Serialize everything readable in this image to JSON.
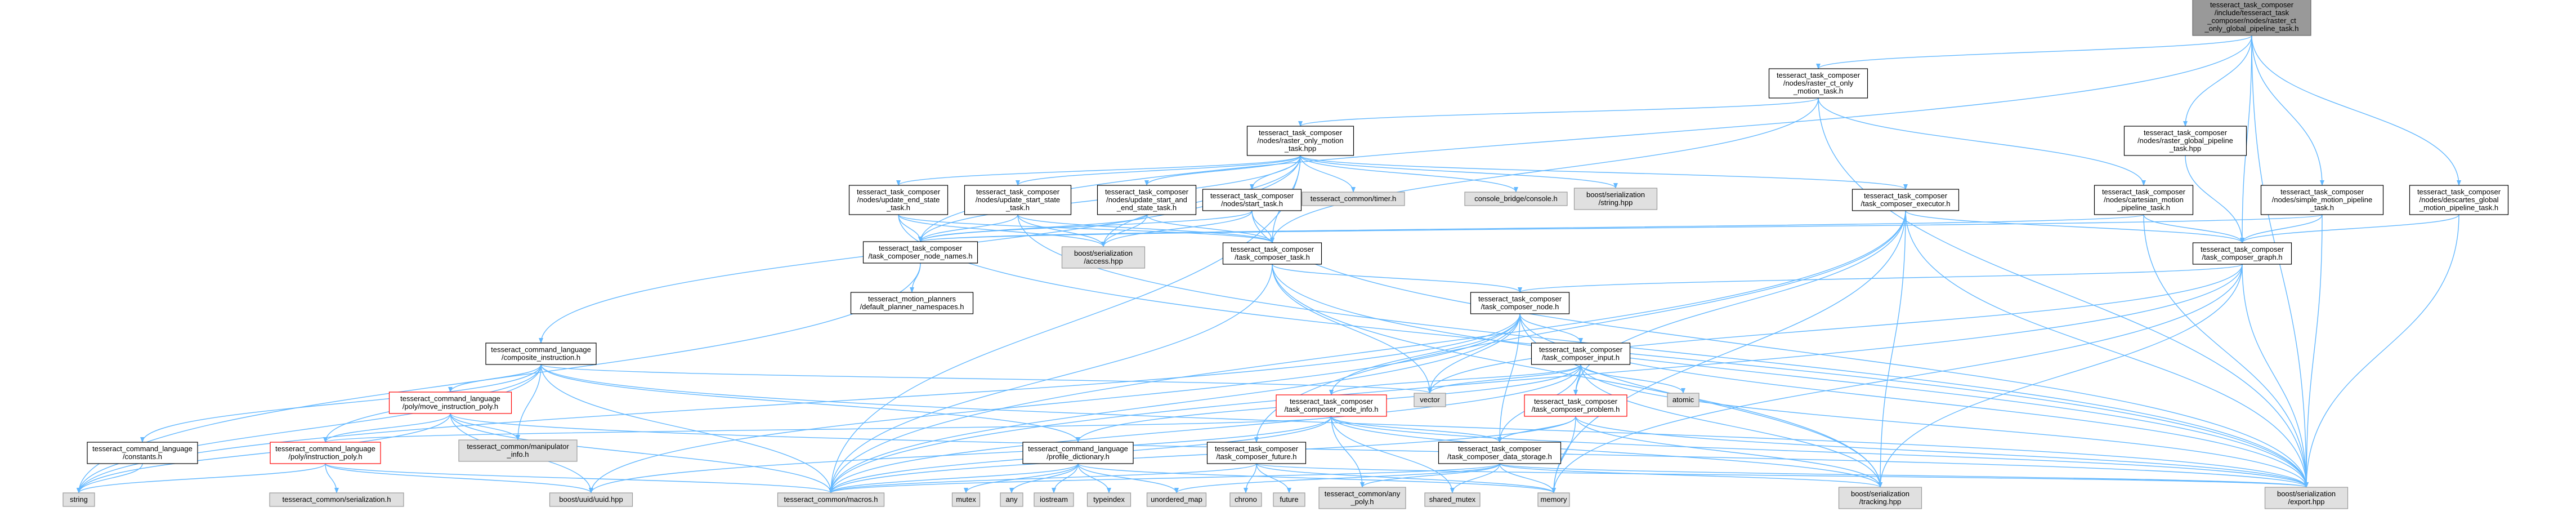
{
  "colors": {
    "edge": "#63b8ff",
    "arrow": "#63b8ff",
    "node_fill": "#ffffff",
    "node_border": "#000000",
    "system_fill": "#e0e0e0",
    "system_border": "#999999",
    "root_fill": "#999999",
    "root_border": "#666666",
    "truncated_border": "#ff0000"
  },
  "nodes": [
    {
      "id": "root",
      "kind": "root",
      "lines": [
        "tesseract_task_composer",
        "/include/tesseract_task",
        "_composer/nodes/raster_ct",
        "_only_global_pipeline_task.h"
      ]
    },
    {
      "id": "raster_ct_only_motion_task",
      "kind": "normal",
      "lines": [
        "tesseract_task_composer",
        "/nodes/raster_ct_only",
        "_motion_task.h"
      ]
    },
    {
      "id": "raster_global_pipeline_task",
      "kind": "normal",
      "lines": [
        "tesseract_task_composer",
        "/nodes/raster_global_pipeline",
        "_task.hpp"
      ]
    },
    {
      "id": "simple_motion_pipeline_task",
      "kind": "normal",
      "lines": [
        "tesseract_task_composer",
        "/nodes/simple_motion_pipeline",
        "_task.h"
      ]
    },
    {
      "id": "descartes_global_motion_pipeline_task",
      "kind": "normal",
      "lines": [
        "tesseract_task_composer",
        "/nodes/descartes_global",
        "_motion_pipeline_task.h"
      ]
    },
    {
      "id": "raster_only_motion_task",
      "kind": "normal",
      "lines": [
        "tesseract_task_composer",
        "/nodes/raster_only_motion",
        "_task.hpp"
      ]
    },
    {
      "id": "cartesian_motion_pipeline_task",
      "kind": "normal",
      "lines": [
        "tesseract_task_composer",
        "/nodes/cartesian_motion",
        "_pipeline_task.h"
      ]
    },
    {
      "id": "task_composer_executor",
      "kind": "normal",
      "lines": [
        "tesseract_task_composer",
        "/task_composer_executor.h"
      ]
    },
    {
      "id": "update_end_state_task",
      "kind": "normal",
      "lines": [
        "tesseract_task_composer",
        "/nodes/update_end_state",
        "_task.h"
      ]
    },
    {
      "id": "update_start_state_task",
      "kind": "normal",
      "lines": [
        "tesseract_task_composer",
        "/nodes/update_start_state",
        "_task.h"
      ]
    },
    {
      "id": "update_start_and_end_state_task",
      "kind": "normal",
      "lines": [
        "tesseract_task_composer",
        "/nodes/update_start_and",
        "_end_state_task.h"
      ]
    },
    {
      "id": "start_task",
      "kind": "normal",
      "lines": [
        "tesseract_task_composer",
        "/nodes/start_task.h"
      ]
    },
    {
      "id": "timer",
      "kind": "system",
      "lines": [
        "tesseract_common/timer.h"
      ]
    },
    {
      "id": "console_bridge",
      "kind": "system",
      "lines": [
        "console_bridge/console.h"
      ]
    },
    {
      "id": "boost_string",
      "kind": "system",
      "lines": [
        "boost/serialization",
        "/string.hpp"
      ]
    },
    {
      "id": "task_composer_node_names",
      "kind": "normal",
      "lines": [
        "tesseract_task_composer",
        "/task_composer_node_names.h"
      ]
    },
    {
      "id": "boost_access",
      "kind": "system",
      "lines": [
        "boost/serialization",
        "/access.hpp"
      ]
    },
    {
      "id": "task_composer_task",
      "kind": "normal",
      "lines": [
        "tesseract_task_composer",
        "/task_composer_task.h"
      ]
    },
    {
      "id": "task_composer_graph",
      "kind": "normal",
      "lines": [
        "tesseract_task_composer",
        "/task_composer_graph.h"
      ]
    },
    {
      "id": "default_planner_namespaces",
      "kind": "normal",
      "lines": [
        "tesseract_motion_planners",
        "/default_planner_namespaces.h"
      ]
    },
    {
      "id": "task_composer_node",
      "kind": "normal",
      "lines": [
        "tesseract_task_composer",
        "/task_composer_node.h"
      ]
    },
    {
      "id": "composite_instruction",
      "kind": "normal",
      "lines": [
        "tesseract_command_language",
        "/composite_instruction.h"
      ]
    },
    {
      "id": "task_composer_input",
      "kind": "normal",
      "lines": [
        "tesseract_task_composer",
        "/task_composer_input.h"
      ]
    },
    {
      "id": "vector",
      "kind": "system",
      "lines": [
        "vector"
      ]
    },
    {
      "id": "atomic",
      "kind": "system",
      "lines": [
        "atomic"
      ]
    },
    {
      "id": "move_instruction_poly",
      "kind": "truncated",
      "lines": [
        "tesseract_command_language",
        "/poly/move_instruction_poly.h"
      ]
    },
    {
      "id": "task_composer_node_info",
      "kind": "truncated",
      "lines": [
        "tesseract_task_composer",
        "/task_composer_node_info.h"
      ]
    },
    {
      "id": "task_composer_problem",
      "kind": "truncated",
      "lines": [
        "tesseract_task_composer",
        "/task_composer_problem.h"
      ]
    },
    {
      "id": "constants",
      "kind": "normal",
      "lines": [
        "tesseract_command_language",
        "/constants.h"
      ]
    },
    {
      "id": "instruction_poly",
      "kind": "truncated",
      "lines": [
        "tesseract_command_language",
        "/poly/instruction_poly.h"
      ]
    },
    {
      "id": "manipulator_info",
      "kind": "system",
      "lines": [
        "tesseract_common/manipulator",
        "_info.h"
      ]
    },
    {
      "id": "profile_dictionary",
      "kind": "normal",
      "lines": [
        "tesseract_command_language",
        "/profile_dictionary.h"
      ]
    },
    {
      "id": "task_composer_future",
      "kind": "normal",
      "lines": [
        "tesseract_task_composer",
        "/task_composer_future.h"
      ]
    },
    {
      "id": "task_composer_data_storage",
      "kind": "normal",
      "lines": [
        "tesseract_task_composer",
        "/task_composer_data_storage.h"
      ]
    },
    {
      "id": "string",
      "kind": "system",
      "lines": [
        "string"
      ]
    },
    {
      "id": "common_serialization",
      "kind": "system",
      "lines": [
        "tesseract_common/serialization.h"
      ]
    },
    {
      "id": "uuid",
      "kind": "system",
      "lines": [
        "boost/uuid/uuid.hpp"
      ]
    },
    {
      "id": "macros",
      "kind": "system",
      "lines": [
        "tesseract_common/macros.h"
      ]
    },
    {
      "id": "mutex",
      "kind": "system",
      "lines": [
        "mutex"
      ]
    },
    {
      "id": "any",
      "kind": "system",
      "lines": [
        "any"
      ]
    },
    {
      "id": "iostream",
      "kind": "system",
      "lines": [
        "iostream"
      ]
    },
    {
      "id": "typeindex",
      "kind": "system",
      "lines": [
        "typeindex"
      ]
    },
    {
      "id": "unordered_map",
      "kind": "system",
      "lines": [
        "unordered_map"
      ]
    },
    {
      "id": "chrono",
      "kind": "system",
      "lines": [
        "chrono"
      ]
    },
    {
      "id": "future",
      "kind": "system",
      "lines": [
        "future"
      ]
    },
    {
      "id": "any_poly",
      "kind": "system",
      "lines": [
        "tesseract_common/any",
        "_poly.h"
      ]
    },
    {
      "id": "shared_mutex",
      "kind": "system",
      "lines": [
        "shared_mutex"
      ]
    },
    {
      "id": "memory",
      "kind": "system",
      "lines": [
        "memory"
      ]
    },
    {
      "id": "boost_tracking",
      "kind": "system",
      "lines": [
        "boost/serialization",
        "/tracking.hpp"
      ]
    },
    {
      "id": "boost_export",
      "kind": "system",
      "lines": [
        "boost/serialization",
        "/export.hpp"
      ]
    }
  ],
  "edges": [
    [
      "root",
      "raster_ct_only_motion_task"
    ],
    [
      "root",
      "raster_global_pipeline_task"
    ],
    [
      "root",
      "simple_motion_pipeline_task"
    ],
    [
      "root",
      "descartes_global_motion_pipeline_task"
    ],
    [
      "root",
      "task_composer_node_names"
    ],
    [
      "root",
      "task_composer_graph"
    ],
    [
      "root",
      "boost_export"
    ],
    [
      "raster_ct_only_motion_task",
      "raster_only_motion_task"
    ],
    [
      "raster_ct_only_motion_task",
      "cartesian_motion_pipeline_task"
    ],
    [
      "raster_ct_only_motion_task",
      "task_composer_task"
    ],
    [
      "raster_ct_only_motion_task",
      "boost_export"
    ],
    [
      "raster_global_pipeline_task",
      "task_composer_graph"
    ],
    [
      "simple_motion_pipeline_task",
      "task_composer_graph"
    ],
    [
      "simple_motion_pipeline_task",
      "task_composer_node_names"
    ],
    [
      "simple_motion_pipeline_task",
      "boost_export"
    ],
    [
      "descartes_global_motion_pipeline_task",
      "task_composer_graph"
    ],
    [
      "descartes_global_motion_pipeline_task",
      "boost_export"
    ],
    [
      "raster_only_motion_task",
      "update_end_state_task"
    ],
    [
      "raster_only_motion_task",
      "update_start_state_task"
    ],
    [
      "raster_only_motion_task",
      "update_start_and_end_state_task"
    ],
    [
      "raster_only_motion_task",
      "start_task"
    ],
    [
      "raster_only_motion_task",
      "timer"
    ],
    [
      "raster_only_motion_task",
      "console_bridge"
    ],
    [
      "raster_only_motion_task",
      "boost_string"
    ],
    [
      "raster_only_motion_task",
      "task_composer_executor"
    ],
    [
      "raster_only_motion_task",
      "composite_instruction"
    ],
    [
      "raster_only_motion_task",
      "task_composer_node_names"
    ],
    [
      "raster_only_motion_task",
      "boost_access"
    ],
    [
      "raster_only_motion_task",
      "task_composer_task"
    ],
    [
      "raster_only_motion_task",
      "macros"
    ],
    [
      "cartesian_motion_pipeline_task",
      "task_composer_graph"
    ],
    [
      "cartesian_motion_pipeline_task",
      "task_composer_node_names"
    ],
    [
      "cartesian_motion_pipeline_task",
      "boost_export"
    ],
    [
      "task_composer_executor",
      "task_composer_graph"
    ],
    [
      "task_composer_executor",
      "task_composer_future"
    ],
    [
      "task_composer_executor",
      "task_composer_problem"
    ],
    [
      "task_composer_executor",
      "memory"
    ],
    [
      "task_composer_executor",
      "macros"
    ],
    [
      "task_composer_executor",
      "boost_tracking"
    ],
    [
      "task_composer_executor",
      "boost_export"
    ],
    [
      "update_end_state_task",
      "task_composer_node_names"
    ],
    [
      "update_end_state_task",
      "boost_access"
    ],
    [
      "update_end_state_task",
      "task_composer_task"
    ],
    [
      "update_end_state_task",
      "boost_export"
    ],
    [
      "update_start_state_task",
      "task_composer_node_names"
    ],
    [
      "update_start_state_task",
      "boost_access"
    ],
    [
      "update_start_state_task",
      "task_composer_task"
    ],
    [
      "update_start_state_task",
      "boost_export"
    ],
    [
      "update_start_and_end_state_task",
      "task_composer_node_names"
    ],
    [
      "update_start_and_end_state_task",
      "boost_access"
    ],
    [
      "update_start_and_end_state_task",
      "task_composer_task"
    ],
    [
      "start_task",
      "task_composer_node_names"
    ],
    [
      "start_task",
      "boost_access"
    ],
    [
      "start_task",
      "task_composer_task"
    ],
    [
      "start_task",
      "boost_export"
    ],
    [
      "task_composer_node_names",
      "default_planner_namespaces"
    ],
    [
      "task_composer_node_names",
      "string"
    ],
    [
      "task_composer_task",
      "task_composer_node"
    ],
    [
      "task_composer_task",
      "vector"
    ],
    [
      "task_composer_task",
      "macros"
    ],
    [
      "task_composer_task",
      "boost_tracking"
    ],
    [
      "task_composer_task",
      "boost_export"
    ],
    [
      "task_composer_graph",
      "task_composer_node"
    ],
    [
      "task_composer_graph",
      "vector"
    ],
    [
      "task_composer_graph",
      "memory"
    ],
    [
      "task_composer_graph",
      "macros"
    ],
    [
      "task_composer_graph",
      "boost_tracking"
    ],
    [
      "task_composer_graph",
      "boost_export"
    ],
    [
      "task_composer_node",
      "task_composer_input"
    ],
    [
      "task_composer_node",
      "task_composer_node_info"
    ],
    [
      "task_composer_node",
      "task_composer_data_storage"
    ],
    [
      "task_composer_node",
      "vector"
    ],
    [
      "task_composer_node",
      "string"
    ],
    [
      "task_composer_node",
      "macros"
    ],
    [
      "task_composer_node",
      "uuid"
    ],
    [
      "task_composer_node",
      "boost_tracking"
    ],
    [
      "task_composer_node",
      "boost_export"
    ],
    [
      "composite_instruction",
      "move_instruction_poly"
    ],
    [
      "composite_instruction",
      "instruction_poly"
    ],
    [
      "composite_instruction",
      "constants"
    ],
    [
      "composite_instruction",
      "profile_dictionary"
    ],
    [
      "composite_instruction",
      "vector"
    ],
    [
      "composite_instruction",
      "string"
    ],
    [
      "composite_instruction",
      "macros"
    ],
    [
      "composite_instruction",
      "manipulator_info"
    ],
    [
      "composite_instruction",
      "boost_export"
    ],
    [
      "task_composer_input",
      "task_composer_node_info"
    ],
    [
      "task_composer_input",
      "task_composer_problem"
    ],
    [
      "task_composer_input",
      "task_composer_data_storage"
    ],
    [
      "task_composer_input",
      "profile_dictionary"
    ],
    [
      "task_composer_input",
      "atomic"
    ],
    [
      "task_composer_input",
      "vector"
    ],
    [
      "task_composer_input",
      "macros"
    ],
    [
      "task_composer_input",
      "boost_tracking"
    ],
    [
      "task_composer_input",
      "boost_export"
    ],
    [
      "move_instruction_poly",
      "instruction_poly"
    ],
    [
      "move_instruction_poly",
      "manipulator_info"
    ],
    [
      "move_instruction_poly",
      "uuid"
    ],
    [
      "move_instruction_poly",
      "string"
    ],
    [
      "move_instruction_poly",
      "macros"
    ],
    [
      "move_instruction_poly",
      "boost_export"
    ],
    [
      "task_composer_node_info",
      "task_composer_data_storage"
    ],
    [
      "task_composer_node_info",
      "instruction_poly"
    ],
    [
      "task_composer_node_info",
      "any_poly"
    ],
    [
      "task_composer_node_info",
      "shared_mutex"
    ],
    [
      "task_composer_node_info",
      "uuid"
    ],
    [
      "task_composer_node_info",
      "macros"
    ],
    [
      "task_composer_node_info",
      "boost_tracking"
    ],
    [
      "task_composer_node_info",
      "boost_export"
    ],
    [
      "task_composer_problem",
      "task_composer_data_storage"
    ],
    [
      "task_composer_problem",
      "memory"
    ],
    [
      "task_composer_problem",
      "macros"
    ],
    [
      "task_composer_problem",
      "boost_tracking"
    ],
    [
      "task_composer_problem",
      "boost_export"
    ],
    [
      "constants",
      "string"
    ],
    [
      "instruction_poly",
      "uuid"
    ],
    [
      "instruction_poly",
      "common_serialization"
    ],
    [
      "instruction_poly",
      "macros"
    ],
    [
      "instruction_poly",
      "string"
    ],
    [
      "profile_dictionary",
      "macros"
    ],
    [
      "profile_dictionary",
      "mutex"
    ],
    [
      "profile_dictionary",
      "any"
    ],
    [
      "profile_dictionary",
      "iostream"
    ],
    [
      "profile_dictionary",
      "typeindex"
    ],
    [
      "profile_dictionary",
      "unordered_map"
    ],
    [
      "profile_dictionary",
      "memory"
    ],
    [
      "task_composer_future",
      "chrono"
    ],
    [
      "task_composer_future",
      "future"
    ],
    [
      "task_composer_future",
      "memory"
    ],
    [
      "task_composer_future",
      "macros"
    ],
    [
      "task_composer_future",
      "boost_export"
    ],
    [
      "task_composer_data_storage",
      "any_poly"
    ],
    [
      "task_composer_data_storage",
      "shared_mutex"
    ],
    [
      "task_composer_data_storage",
      "unordered_map"
    ],
    [
      "task_composer_data_storage",
      "memory"
    ],
    [
      "task_composer_data_storage",
      "macros"
    ],
    [
      "task_composer_data_storage",
      "boost_tracking"
    ],
    [
      "task_composer_data_storage",
      "boost_export"
    ]
  ]
}
